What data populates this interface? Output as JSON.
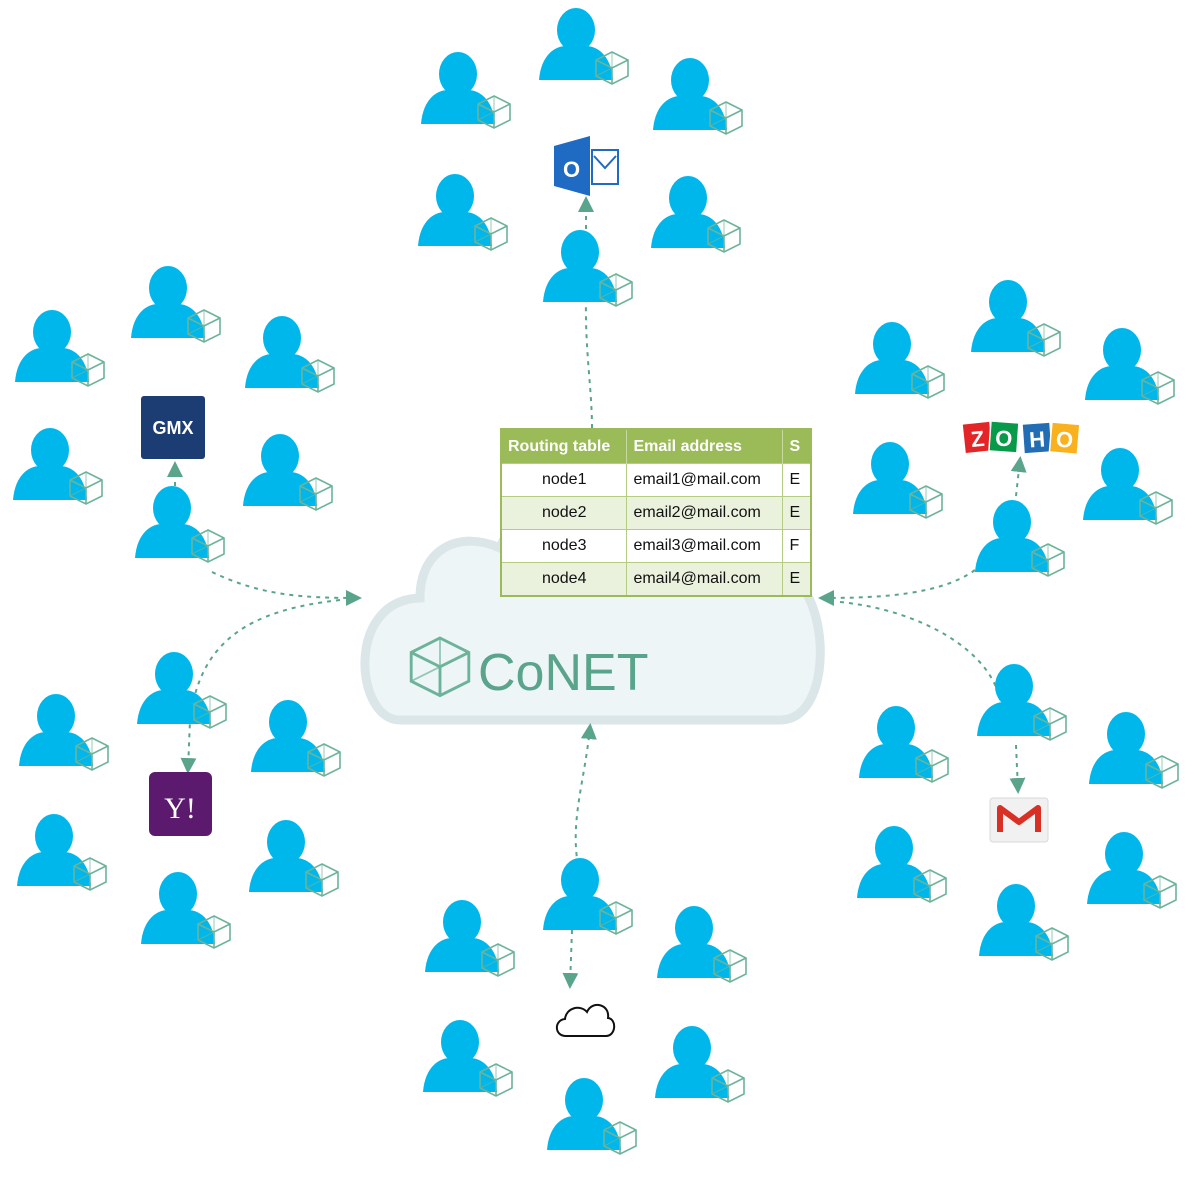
{
  "brand": {
    "name": "CoNET"
  },
  "routing_table": {
    "headers": [
      "Routing table",
      "Email address",
      "S"
    ],
    "rows": [
      [
        "node1",
        "email1@mail.com",
        "E"
      ],
      [
        "node2",
        "email2@mail.com",
        "E"
      ],
      [
        "node3",
        "email3@mail.com",
        "F"
      ],
      [
        "node4",
        "email4@mail.com",
        "E"
      ]
    ]
  },
  "providers": {
    "gmx": {
      "label": "GMX",
      "color": "#1c3c74"
    },
    "yahoo": {
      "label": "Y!",
      "color": "#5b1a6e"
    },
    "zoho": {
      "letters": [
        "Z",
        "O",
        "H",
        "O"
      ],
      "colors": [
        "#e42527",
        "#089949",
        "#226db4",
        "#f9b21d"
      ]
    },
    "outlook": {
      "label": "O",
      "color": "#1f6bc4"
    }
  },
  "colors": {
    "user": "#00b7eb",
    "arrow": "#5ba48c",
    "cloud_fill": "#eef5f7",
    "cloud_stroke": "#dbe6e9",
    "table": "#9bbb59"
  }
}
